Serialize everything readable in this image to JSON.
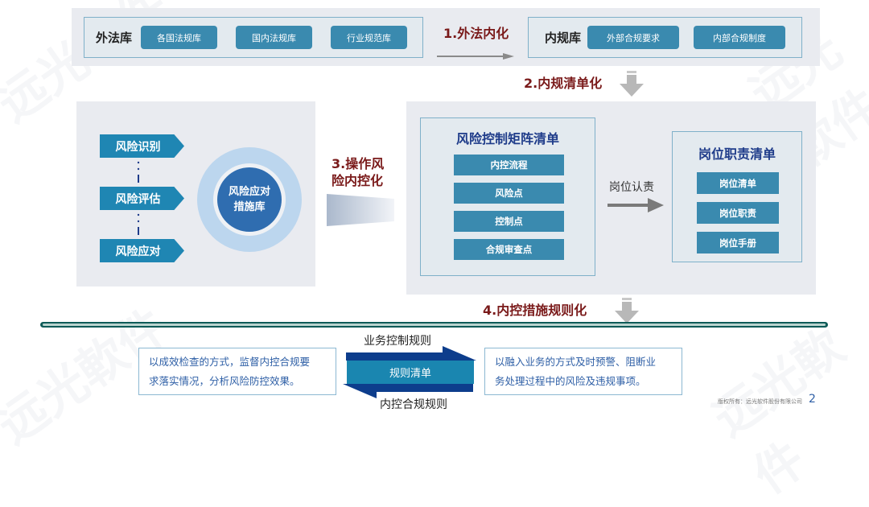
{
  "top": {
    "external_lib": {
      "label": "外法库",
      "buttons": [
        "各国法规库",
        "国内法规库",
        "行业规范库"
      ]
    },
    "step1": "1.外法内化",
    "internal_lib": {
      "label": "内规库",
      "buttons": [
        "外部合规要求",
        "内部合规制度"
      ]
    },
    "step2": "2.内规清单化"
  },
  "left": {
    "stages": [
      "风险识别",
      "风险评估",
      "风险应对"
    ],
    "circle": [
      "风险应对",
      "措施库"
    ],
    "step3": [
      "3.操作风",
      "险内控化"
    ]
  },
  "right": {
    "matrix": {
      "title": "风险控制矩阵清单",
      "items": [
        "内控流程",
        "风险点",
        "控制点",
        "合规审查点"
      ]
    },
    "arrow_label": "岗位认责",
    "duty": {
      "title": "岗位职责清单",
      "items": [
        "岗位清单",
        "岗位职责",
        "岗位手册"
      ]
    }
  },
  "step4": "4.内控措施规则化",
  "bottom": {
    "left_desc": [
      "以成效检查的方式，监督内控合规要",
      "求落实情况，分析风险防控效果。"
    ],
    "top_arrow_label": "业务控制规则",
    "center_label": "规则清单",
    "bottom_arrow_label": "内控合规规则",
    "right_desc": [
      "以融入业务的方式及时预警、阻断业",
      "务处理过程中的风险及违规事项。"
    ]
  },
  "footer": {
    "copyright": "版权所有：远光软件股份有限公司",
    "page": "2"
  },
  "watermark": "远光軟件",
  "colors": {
    "teal": "#3a8aaf",
    "step": "#7a1a1a",
    "navy": "#0d3d8c",
    "divider": "#0e5b58"
  }
}
